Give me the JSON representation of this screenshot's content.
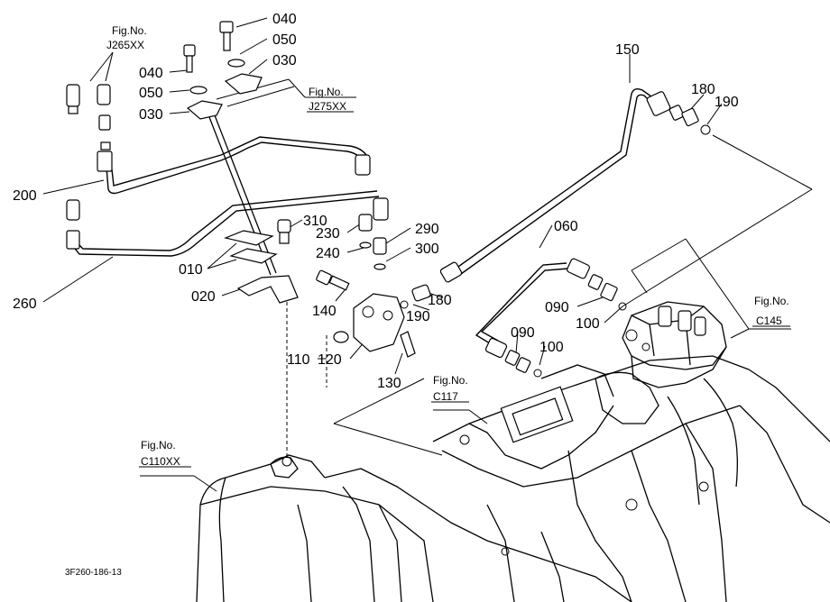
{
  "figure_refs": [
    {
      "id": "j265",
      "title": "Fig.No.",
      "code": "J265XX"
    },
    {
      "id": "j275",
      "title": "Fig.No.",
      "code": "J275XX"
    },
    {
      "id": "c145",
      "title": "Fig.No.",
      "code": "C145"
    },
    {
      "id": "c117",
      "title": "Fig.No.",
      "code": "C117"
    },
    {
      "id": "c110",
      "title": "Fig.No.",
      "code": "C110XX"
    }
  ],
  "part_labels": {
    "p040a": "040",
    "p050a": "050",
    "p030a": "030",
    "p040b": "040",
    "p050b": "050",
    "p030b": "030",
    "p150": "150",
    "p180a": "180",
    "p190a": "190",
    "p200": "200",
    "p310": "310",
    "p230": "230",
    "p240": "240",
    "p290": "290",
    "p300": "300",
    "p010": "010",
    "p020": "020",
    "p260": "260",
    "p140": "140",
    "p180b": "180",
    "p190b": "190",
    "p060": "060",
    "p090a": "090",
    "p100a": "100",
    "p110": "110",
    "p120": "120",
    "p130": "130",
    "p090b": "090",
    "p100b": "100"
  },
  "drawing_code": "3F260-186-13"
}
